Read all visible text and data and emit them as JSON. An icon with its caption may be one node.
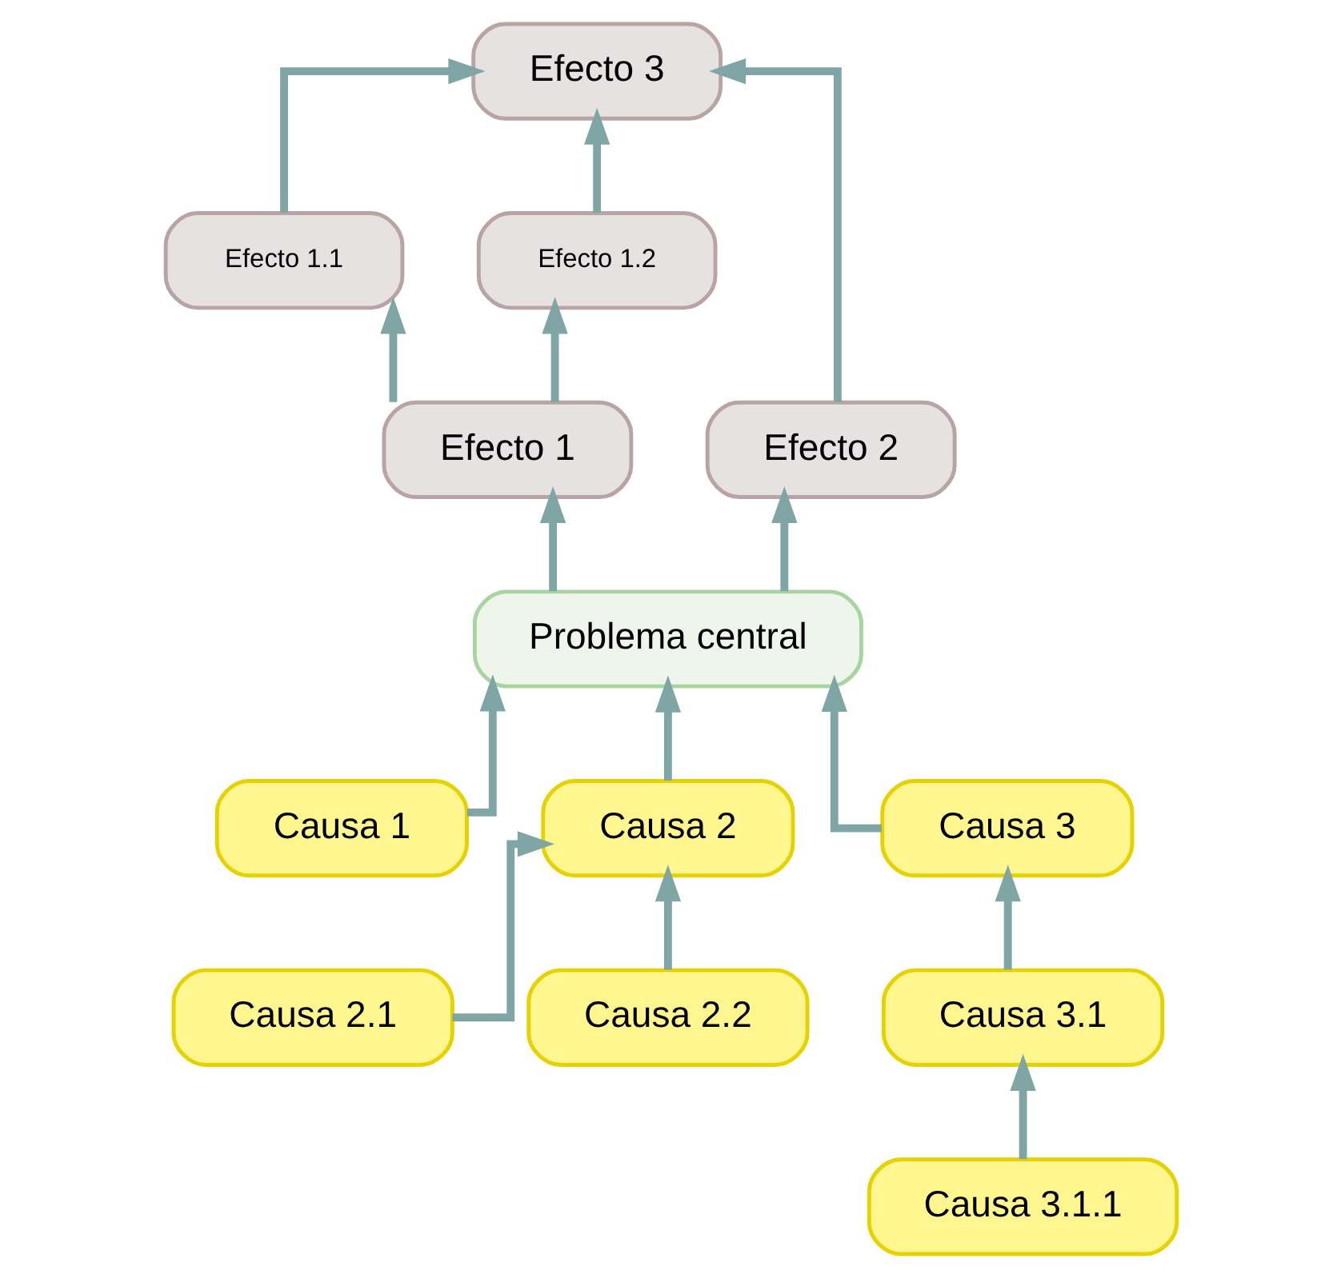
{
  "diagram": {
    "nodes": [
      {
        "text": [
          "Efecto 3"
        ]
      },
      {
        "text": [
          "Efecto 1.1"
        ]
      },
      {
        "text": [
          "Efecto 1.2"
        ]
      },
      {
        "text": [
          "Efecto 1"
        ]
      },
      {
        "text": [
          "Efecto 2"
        ]
      },
      {
        "text": [
          "Problema central"
        ]
      },
      {
        "text": [
          "Causa 1"
        ]
      },
      {
        "text": [
          "Causa 2"
        ]
      },
      {
        "text": [
          "Causa 3"
        ]
      },
      {
        "text": [
          "Causa 2.1"
        ]
      },
      {
        "text": [
          "Causa 2.2"
        ]
      },
      {
        "text": [
          "Causa 3.1"
        ]
      },
      {
        "text": [
          "Causa 3.1.1"
        ]
      }
    ],
    "edges": [
      {
        "from": 1,
        "to": 0,
        "arrow": "to"
      },
      {
        "from": 2,
        "to": 0,
        "arrow": "to"
      },
      {
        "from": 4,
        "to": 0,
        "arrow": "to"
      },
      {
        "from": 3,
        "to": 1,
        "arrow": "to"
      },
      {
        "from": 3,
        "to": 2,
        "arrow": "to"
      },
      {
        "from": 5,
        "to": 3,
        "arrow": "to"
      },
      {
        "from": 5,
        "to": 4,
        "arrow": "to"
      },
      {
        "from": 6,
        "to": 5,
        "arrow": "to"
      },
      {
        "from": 7,
        "to": 5,
        "arrow": "to"
      },
      {
        "from": 8,
        "to": 5,
        "arrow": "to"
      },
      {
        "from": 9,
        "to": 7,
        "arrow": "to"
      },
      {
        "from": 10,
        "to": 7,
        "arrow": "to"
      },
      {
        "from": 11,
        "to": 8,
        "arrow": "to"
      },
      {
        "from": 12,
        "to": 11,
        "arrow": "to"
      }
    ]
  }
}
